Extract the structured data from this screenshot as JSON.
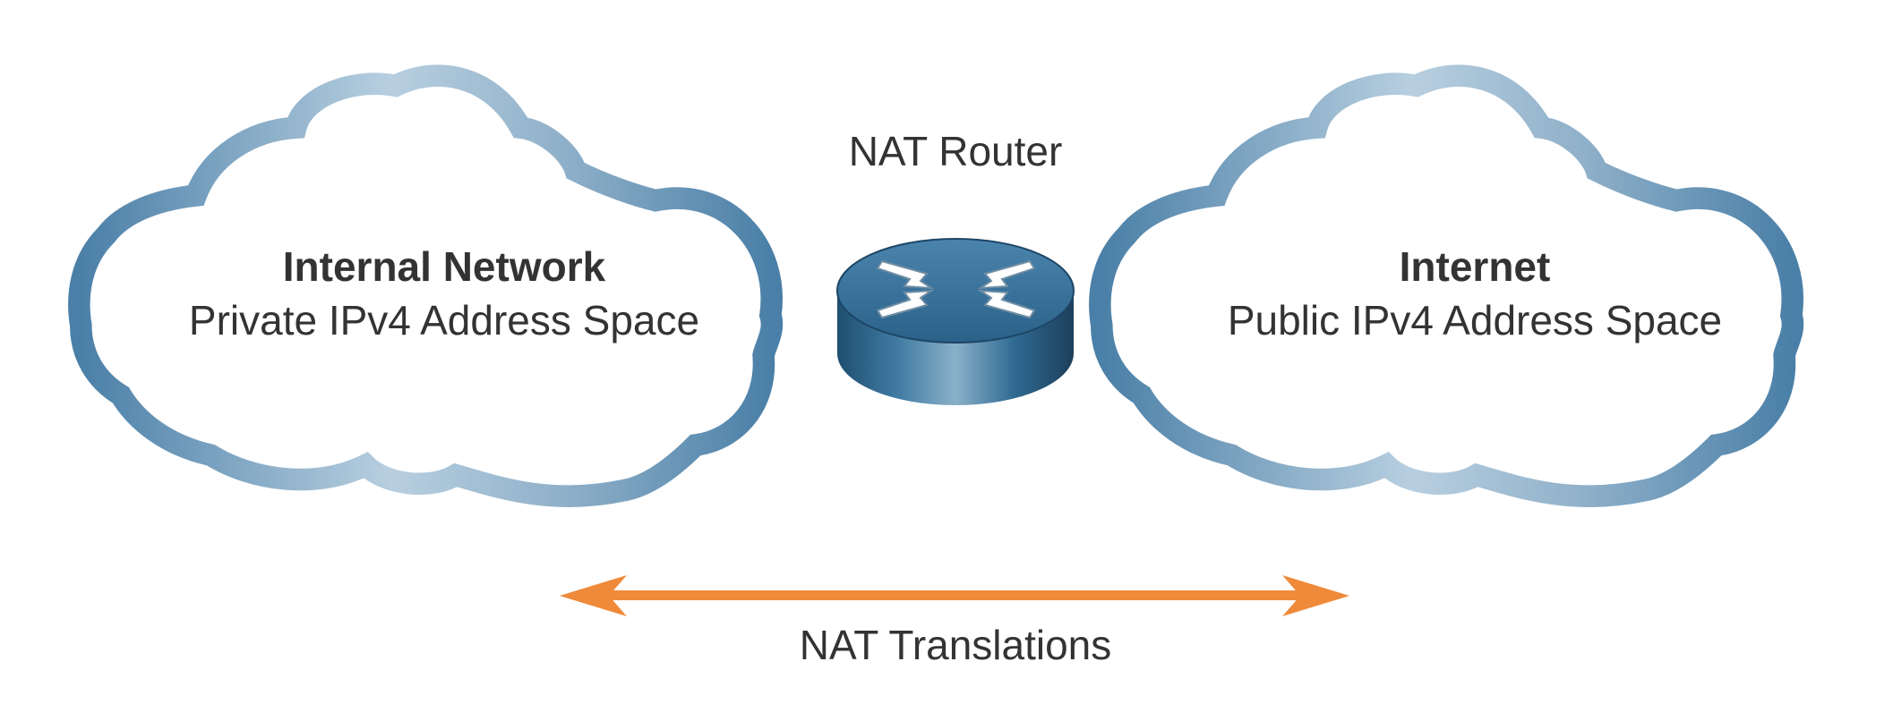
{
  "router": {
    "label": "NAT Router",
    "icon": "router-icon"
  },
  "internal_network": {
    "title": "Internal Network",
    "subtitle": "Private IPv4 Address Space",
    "icon": "cloud-icon"
  },
  "internet": {
    "title": "Internet",
    "subtitle": "Public IPv4 Address Space",
    "icon": "cloud-icon"
  },
  "translations": {
    "label": "NAT Translations",
    "icon": "double-arrow-icon"
  },
  "colors": {
    "cloud_dark": "#4a7fa7",
    "cloud_light": "#c3d6e4",
    "router_body": "#2f6a92",
    "arrow": "#ef8a3a",
    "text": "#333333"
  }
}
